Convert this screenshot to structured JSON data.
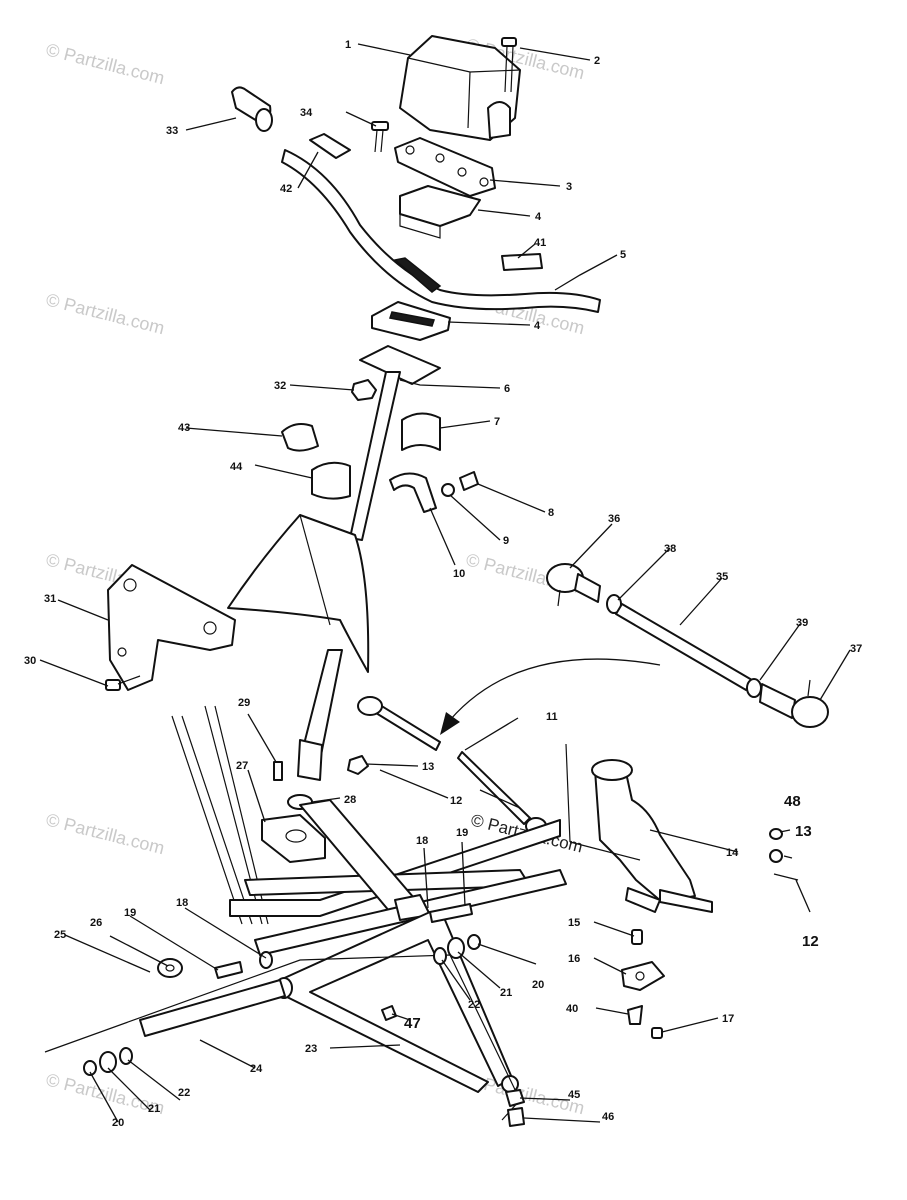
{
  "watermark": {
    "text": "© Partzilla.com",
    "prominent_text": "© Partzilla.com"
  },
  "callouts": [
    {
      "id": "c1",
      "label": "1"
    },
    {
      "id": "c2",
      "label": "2"
    },
    {
      "id": "c3",
      "label": "3"
    },
    {
      "id": "c4a",
      "label": "4"
    },
    {
      "id": "c5",
      "label": "5"
    },
    {
      "id": "c4b",
      "label": "4"
    },
    {
      "id": "c6",
      "label": "6"
    },
    {
      "id": "c7",
      "label": "7"
    },
    {
      "id": "c8",
      "label": "8"
    },
    {
      "id": "c9",
      "label": "9"
    },
    {
      "id": "c10",
      "label": "10"
    },
    {
      "id": "c11",
      "label": "11"
    },
    {
      "id": "c12a",
      "label": "12"
    },
    {
      "id": "c12b",
      "label": "12"
    },
    {
      "id": "c13a",
      "label": "13"
    },
    {
      "id": "c13b",
      "label": "13"
    },
    {
      "id": "c14",
      "label": "14"
    },
    {
      "id": "c15",
      "label": "15"
    },
    {
      "id": "c16",
      "label": "16"
    },
    {
      "id": "c17",
      "label": "17"
    },
    {
      "id": "c18a",
      "label": "18"
    },
    {
      "id": "c18b",
      "label": "18"
    },
    {
      "id": "c19a",
      "label": "19"
    },
    {
      "id": "c19b",
      "label": "19"
    },
    {
      "id": "c20a",
      "label": "20"
    },
    {
      "id": "c20b",
      "label": "20"
    },
    {
      "id": "c21a",
      "label": "21"
    },
    {
      "id": "c21b",
      "label": "21"
    },
    {
      "id": "c22a",
      "label": "22"
    },
    {
      "id": "c22b",
      "label": "22"
    },
    {
      "id": "c23",
      "label": "23"
    },
    {
      "id": "c24",
      "label": "24"
    },
    {
      "id": "c25",
      "label": "25"
    },
    {
      "id": "c26",
      "label": "26"
    },
    {
      "id": "c27",
      "label": "27"
    },
    {
      "id": "c28",
      "label": "28"
    },
    {
      "id": "c29",
      "label": "29"
    },
    {
      "id": "c30",
      "label": "30"
    },
    {
      "id": "c31",
      "label": "31"
    },
    {
      "id": "c32",
      "label": "32"
    },
    {
      "id": "c33",
      "label": "33"
    },
    {
      "id": "c34",
      "label": "34"
    },
    {
      "id": "c35",
      "label": "35"
    },
    {
      "id": "c36",
      "label": "36"
    },
    {
      "id": "c37",
      "label": "37"
    },
    {
      "id": "c38",
      "label": "38"
    },
    {
      "id": "c39",
      "label": "39"
    },
    {
      "id": "c40",
      "label": "40"
    },
    {
      "id": "c41",
      "label": "41"
    },
    {
      "id": "c42",
      "label": "42"
    },
    {
      "id": "c43",
      "label": "43"
    },
    {
      "id": "c44",
      "label": "44"
    },
    {
      "id": "c45",
      "label": "45"
    },
    {
      "id": "c46",
      "label": "46"
    },
    {
      "id": "c47",
      "label": "47"
    },
    {
      "id": "c48",
      "label": "48"
    }
  ]
}
